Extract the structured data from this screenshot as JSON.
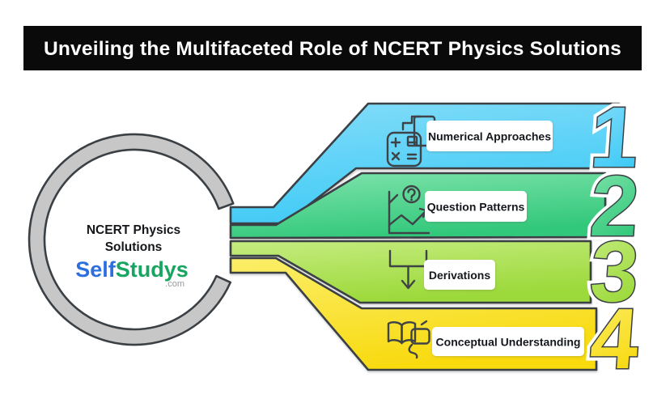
{
  "header": {
    "title": "Unveiling the Multifaceted Role of NCERT Physics Solutions",
    "bg_color": "#0a0a0a",
    "text_color": "#ffffff"
  },
  "center_circle": {
    "line1": "NCERT Physics",
    "line2": "Solutions",
    "ring_color": "#c7c7c7",
    "brand": {
      "part1": "Self",
      "part1_color": "#2e6fe0",
      "part2": "Studys",
      "part2_color": "#17a561",
      "suffix": ".com"
    }
  },
  "steps": [
    {
      "number": "1",
      "label": "Numerical Approaches",
      "icon": "calculator-document-icon",
      "color_top": "#85ddf9",
      "color_bottom": "#3fcaf6"
    },
    {
      "number": "2",
      "label": "Question Patterns",
      "icon": "trend-chart-question-icon",
      "color_top": "#80e4ac",
      "color_bottom": "#33c87b"
    },
    {
      "number": "3",
      "label": "Derivations",
      "icon": "merge-arrow-down-icon",
      "color_top": "#c5ec80",
      "color_bottom": "#9cd93a"
    },
    {
      "number": "4",
      "label": "Conceptual Understanding",
      "icon": "open-book-chat-icon",
      "color_top": "#fbee69",
      "color_bottom": "#f8da10"
    }
  ],
  "outline_color": "#3b4045"
}
